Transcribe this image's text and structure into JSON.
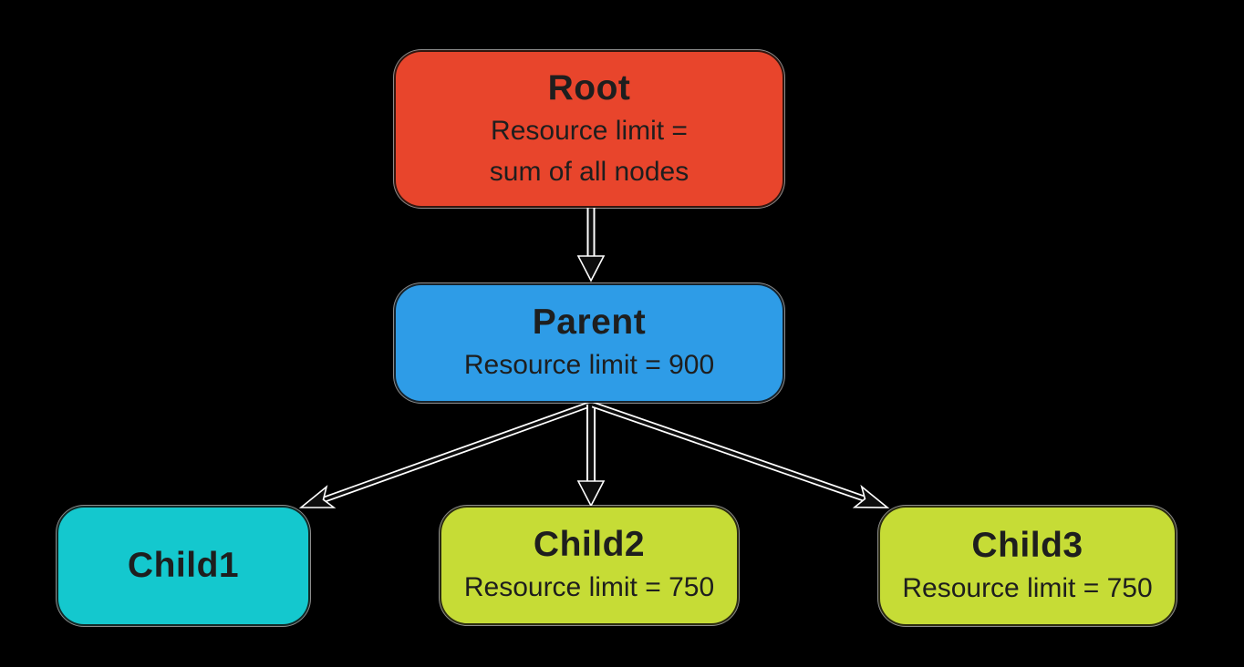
{
  "diagram": {
    "background_color": "#000000",
    "text_color": "#1E1E1E",
    "edge_color": "#0D0D0D",
    "edge_outline_color": "#FFFFFF",
    "nodes": [
      {
        "id": "root",
        "title": "Root",
        "lines": [
          "Resource limit =",
          "sum of all nodes"
        ],
        "fill": "#E8452C"
      },
      {
        "id": "parent",
        "title": "Parent",
        "lines": [
          "Resource limit = 900"
        ],
        "fill": "#2E9CE7"
      },
      {
        "id": "child1",
        "title": "Child1",
        "lines": [],
        "fill": "#14C8CE"
      },
      {
        "id": "child2",
        "title": "Child2",
        "lines": [
          "Resource limit = 750"
        ],
        "fill": "#C6DC36"
      },
      {
        "id": "child3",
        "title": "Child3",
        "lines": [
          "Resource limit = 750"
        ],
        "fill": "#C6DC36"
      }
    ],
    "edges": [
      {
        "from": "root",
        "to": "parent"
      },
      {
        "from": "parent",
        "to": "child1"
      },
      {
        "from": "parent",
        "to": "child2"
      },
      {
        "from": "parent",
        "to": "child3"
      }
    ]
  }
}
